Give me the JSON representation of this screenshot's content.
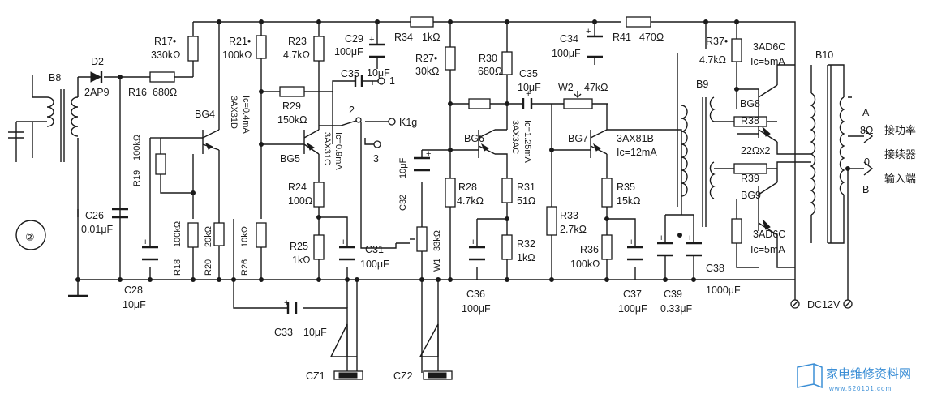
{
  "figure_number": "②",
  "power": {
    "label": "DC12V"
  },
  "output": {
    "terminals": [
      "A",
      "B"
    ],
    "impedance_a": "8Ω",
    "impedance_b": "0",
    "note": [
      "接功率",
      "接续器",
      "输入端"
    ]
  },
  "components": {
    "B8": "B8",
    "D2": "D2",
    "D2_type": "2AP9",
    "R16": "R16",
    "R16_val": "680Ω",
    "R17": "R17•",
    "R17_val": "330kΩ",
    "R21": "R21•",
    "R21_val": "100kΩ",
    "R23": "R23",
    "R23_val": "4.7kΩ",
    "C29": "C29",
    "C29_val1": "100μF",
    "C29_val2": "10μF",
    "R34": "R34",
    "R34_val": "1kΩ",
    "R27": "R27•",
    "R27_val": "30kΩ",
    "R30": "R30",
    "R30_val": "680Ω",
    "C34": "C34",
    "C34_val": "100μF",
    "R41": "R41",
    "R41_val": "470Ω",
    "R37": "R37•",
    "R37_val": "4.7kΩ",
    "BG8_type": "3AD6C",
    "BG8_ic": "Ic=5mA",
    "B10": "B10",
    "C35a": "C35",
    "K1_pos1": "1",
    "K1_pos2": "2",
    "K1_pos3": "3",
    "K1": "K1g",
    "R29": "R29",
    "R29_val": "150kΩ",
    "C35b": "C35",
    "C35b_val": "10μF",
    "W2": "W2",
    "W2_val": "47kΩ",
    "BG4": "BG4",
    "BG4_type": "3AX31D",
    "BG4_ic": "Ic=0.4mA",
    "BG5": "BG5",
    "BG5_type": "3AX31C",
    "BG5_ic": "Ic=0.9mA",
    "BG6": "BG6",
    "BG6_type": "3AX3AC",
    "BG6_ic": "Ic=1.25mA",
    "BG7": "BG7",
    "BG7_type": "3AX81B",
    "BG7_ic": "Ic=12mA",
    "B9": "B9",
    "BG8": "BG8",
    "R38": "R38",
    "R38_val": "22Ωx2",
    "R39": "R39",
    "BG9": "BG9",
    "BG9_type": "3AD6C",
    "BG9_ic": "Ic=5mA",
    "R19": "R19",
    "R19_val": "100kΩ",
    "R24": "R24",
    "R24_val": "100Ω",
    "C32": "C32",
    "C32_val": "10μF",
    "R28": "R28",
    "R28_val": "4.7kΩ",
    "R31": "R31",
    "R31_val": "51Ω",
    "R33": "R33",
    "R33_val": "2.7kΩ",
    "R35": "R35",
    "R35_val": "15kΩ",
    "C26": "C26",
    "C26_val": "0.01μF",
    "R18": "R18",
    "R18_val": "100kΩ",
    "R20": "R20",
    "R20_val": "20kΩ",
    "R26": "R26",
    "R26_val": "10kΩ",
    "R25": "R25",
    "R25_val": "1kΩ",
    "C31": "C31",
    "C31_val": "100μF",
    "W1": "W1",
    "W1_val": "33kΩ",
    "R32": "R32",
    "R32_val": "1kΩ",
    "R36": "R36",
    "R36_val": "100kΩ",
    "C38": "C38",
    "C38_val": "1000μF",
    "C28": "C28",
    "C28_val": "10μF",
    "C36": "C36",
    "C36_val": "100μF",
    "C37": "C37",
    "C37_val": "100μF",
    "C39": "C39",
    "C39_val": "0.33μF",
    "C33": "C33",
    "C33_val": "10μF",
    "CZ1": "CZ1",
    "CZ2": "CZ2"
  },
  "watermark": {
    "text": "家电维修资料网",
    "url": "www.520101.com"
  }
}
